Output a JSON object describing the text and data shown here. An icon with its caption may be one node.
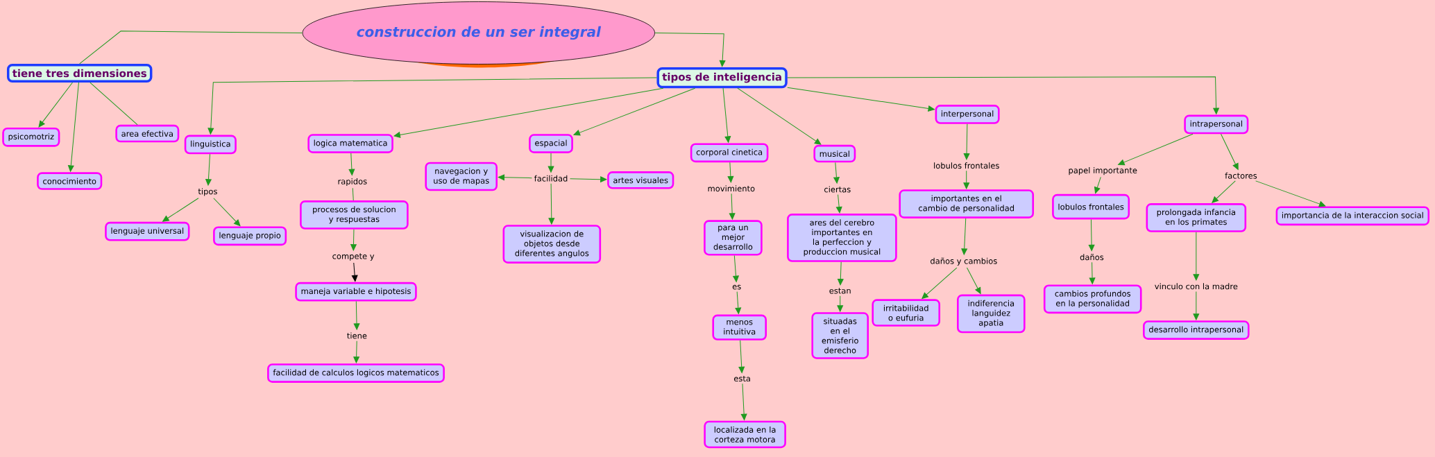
{
  "diagram": {
    "nodes": [
      {
        "text": [
          "construccion de un ser integral"
        ]
      },
      {
        "text": [
          "tiene tres dimensiones"
        ]
      },
      {
        "text": [
          "tipos de inteligencia"
        ]
      },
      {
        "text": [
          "psicomotriz"
        ]
      },
      {
        "text": [
          "conocimiento"
        ]
      },
      {
        "text": [
          "area efectiva"
        ]
      },
      {
        "text": [
          "linguistica"
        ]
      },
      {
        "text": [
          "tipos"
        ]
      },
      {
        "text": [
          "lenguaje universal"
        ]
      },
      {
        "text": [
          "lenguaje propio"
        ]
      },
      {
        "text": [
          "logica matematica"
        ]
      },
      {
        "text": [
          "rapidos"
        ]
      },
      {
        "text": [
          "procesos de solucion y respuestas"
        ]
      },
      {
        "text": [
          "compete y"
        ]
      },
      {
        "text": [
          "maneja variable e hipotesis"
        ]
      },
      {
        "text": [
          "tiene"
        ]
      },
      {
        "text": [
          "facilidad de calculos logicos matematicos"
        ]
      },
      {
        "text": [
          "espacial"
        ]
      },
      {
        "text": [
          "facilidad"
        ]
      },
      {
        "text": [
          "navegacion y uso de mapas"
        ]
      },
      {
        "text": [
          "artes visuales"
        ]
      },
      {
        "text": [
          "visualizacion de objetos desde diferentes angulos"
        ]
      },
      {
        "text": [
          "corporal cinetica"
        ]
      },
      {
        "text": [
          "movimiento"
        ]
      },
      {
        "text": [
          "para un mejor desarrollo"
        ]
      },
      {
        "text": [
          "es"
        ]
      },
      {
        "text": [
          "menos intuitiva"
        ]
      },
      {
        "text": [
          "esta"
        ]
      },
      {
        "text": [
          "localizada en la corteza motora"
        ]
      },
      {
        "text": [
          "musical"
        ]
      },
      {
        "text": [
          "ciertas"
        ]
      },
      {
        "text": [
          "ares del cerebro importantes en la perfeccion y produccion musical"
        ]
      },
      {
        "text": [
          "estan"
        ]
      },
      {
        "text": [
          "situadas en el emisferio derecho"
        ]
      },
      {
        "text": [
          "interpersonal"
        ]
      },
      {
        "text": [
          "lobulos frontales"
        ]
      },
      {
        "text": [
          "importantes en el cambio de personalidad"
        ]
      },
      {
        "text": [
          "daños y cambios"
        ]
      },
      {
        "text": [
          "irritabilidad o eufuria"
        ]
      },
      {
        "text": [
          "indiferencia languidez apatia"
        ]
      },
      {
        "text": [
          "intrapersonal"
        ]
      },
      {
        "text": [
          "papel importante"
        ]
      },
      {
        "text": [
          "factores"
        ]
      },
      {
        "text": [
          "lobulos frontales"
        ]
      },
      {
        "text": [
          "daños"
        ]
      },
      {
        "text": [
          "cambios profundos en la personalidad"
        ]
      },
      {
        "text": [
          "prolongada infancia en los primates"
        ]
      },
      {
        "text": [
          "importancia de la interaccion social"
        ]
      },
      {
        "text": [
          "vinculo con la madre"
        ]
      },
      {
        "text": [
          "desarrollo intrapersonal"
        ]
      }
    ],
    "edges": [
      {
        "from": 0,
        "to": 1,
        "arrow": "none"
      },
      {
        "from": 0,
        "to": 2,
        "arrow": "to"
      },
      {
        "from": 1,
        "to": 3,
        "arrow": "to"
      },
      {
        "from": 1,
        "to": 4,
        "arrow": "to"
      },
      {
        "from": 1,
        "to": 5,
        "arrow": "none"
      },
      {
        "from": 2,
        "to": 6,
        "arrow": "to"
      },
      {
        "from": 2,
        "to": 10,
        "arrow": "to"
      },
      {
        "from": 2,
        "to": 17,
        "arrow": "to"
      },
      {
        "from": 2,
        "to": 22,
        "arrow": "to"
      },
      {
        "from": 2,
        "to": 29,
        "arrow": "to"
      },
      {
        "from": 2,
        "to": 34,
        "arrow": "to"
      },
      {
        "from": 2,
        "to": 40,
        "arrow": "to"
      },
      {
        "from": 6,
        "to": 7,
        "arrow": "to"
      },
      {
        "from": 7,
        "to": 8,
        "arrow": "to"
      },
      {
        "from": 7,
        "to": 9,
        "arrow": "to"
      },
      {
        "from": 10,
        "to": 11,
        "arrow": "to"
      },
      {
        "from": 11,
        "to": 12,
        "arrow": "none"
      },
      {
        "from": 12,
        "to": 13,
        "arrow": "to"
      },
      {
        "from": 13,
        "to": 14,
        "arrow": "to",
        "color": "#000000"
      },
      {
        "from": 14,
        "to": 15,
        "arrow": "to"
      },
      {
        "from": 15,
        "to": 16,
        "arrow": "to"
      },
      {
        "from": 17,
        "to": 18,
        "arrow": "to"
      },
      {
        "from": 18,
        "to": 19,
        "arrow": "to"
      },
      {
        "from": 18,
        "to": 20,
        "arrow": "to"
      },
      {
        "from": 18,
        "to": 21,
        "arrow": "to"
      },
      {
        "from": 22,
        "to": 23,
        "arrow": "to"
      },
      {
        "from": 23,
        "to": 24,
        "arrow": "to"
      },
      {
        "from": 24,
        "to": 25,
        "arrow": "to"
      },
      {
        "from": 25,
        "to": 26,
        "arrow": "to"
      },
      {
        "from": 26,
        "to": 27,
        "arrow": "to"
      },
      {
        "from": 27,
        "to": 28,
        "arrow": "to"
      },
      {
        "from": 29,
        "to": 30,
        "arrow": "to"
      },
      {
        "from": 30,
        "to": 31,
        "arrow": "to"
      },
      {
        "from": 31,
        "to": 32,
        "arrow": "to"
      },
      {
        "from": 32,
        "to": 33,
        "arrow": "to"
      },
      {
        "from": 34,
        "to": 35,
        "arrow": "to"
      },
      {
        "from": 35,
        "to": 36,
        "arrow": "to"
      },
      {
        "from": 36,
        "to": 37,
        "arrow": "to"
      },
      {
        "from": 37,
        "to": 38,
        "arrow": "to"
      },
      {
        "from": 37,
        "to": 39,
        "arrow": "to"
      },
      {
        "from": 40,
        "to": 41,
        "arrow": "to"
      },
      {
        "from": 40,
        "to": 42,
        "arrow": "to"
      },
      {
        "from": 41,
        "to": 43,
        "arrow": "to"
      },
      {
        "from": 43,
        "to": 44,
        "arrow": "to"
      },
      {
        "from": 44,
        "to": 45,
        "arrow": "to"
      },
      {
        "from": 42,
        "to": 46,
        "arrow": "to"
      },
      {
        "from": 42,
        "to": 47,
        "arrow": "to"
      },
      {
        "from": 46,
        "to": 48,
        "arrow": "to"
      },
      {
        "from": 48,
        "to": 49,
        "arrow": "to"
      }
    ]
  }
}
